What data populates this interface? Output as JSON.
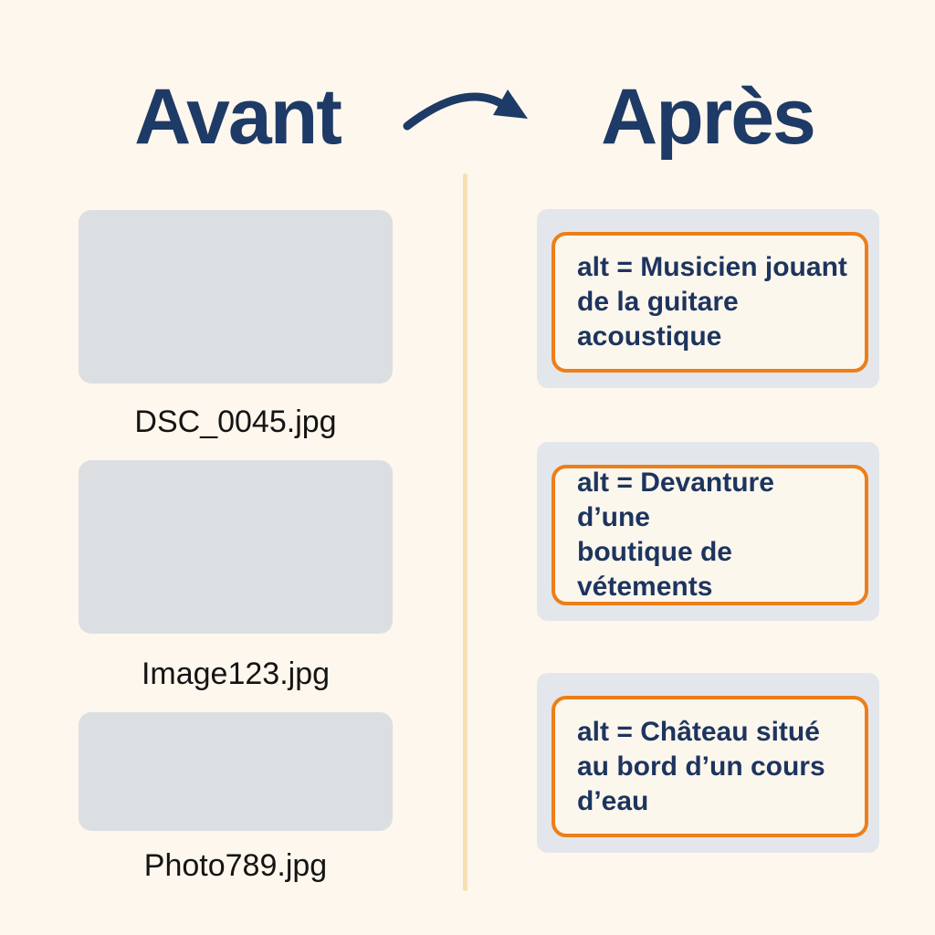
{
  "colors": {
    "background": "#FDF7ED",
    "title": "#1E3A66",
    "alt_text": "#1D345E",
    "filename_text": "#141414",
    "placeholder": "#DCDFE2",
    "card_background": "#E3E7EB",
    "box_background": "#FCF7ED",
    "box_border_orange": "#EE7E19",
    "divider": "#F7DFB6"
  },
  "header": {
    "before_label": "Avant",
    "after_label": "Après",
    "arrow_icon": "curved-right-arrow"
  },
  "before_column": {
    "items": [
      {
        "filename": "DSC_0045.jpg"
      },
      {
        "filename": "Image123.jpg"
      },
      {
        "filename": "Photo789.jpg"
      }
    ]
  },
  "after_column": {
    "items": [
      {
        "alt_text": "alt = Musicien jouant\nde la guitare\nacoustique"
      },
      {
        "alt_text": "alt = Devanture d’une\nboutique de\nvétements"
      },
      {
        "alt_text": "alt = Château situé\nau bord d’un cours\nd’eau"
      }
    ]
  }
}
